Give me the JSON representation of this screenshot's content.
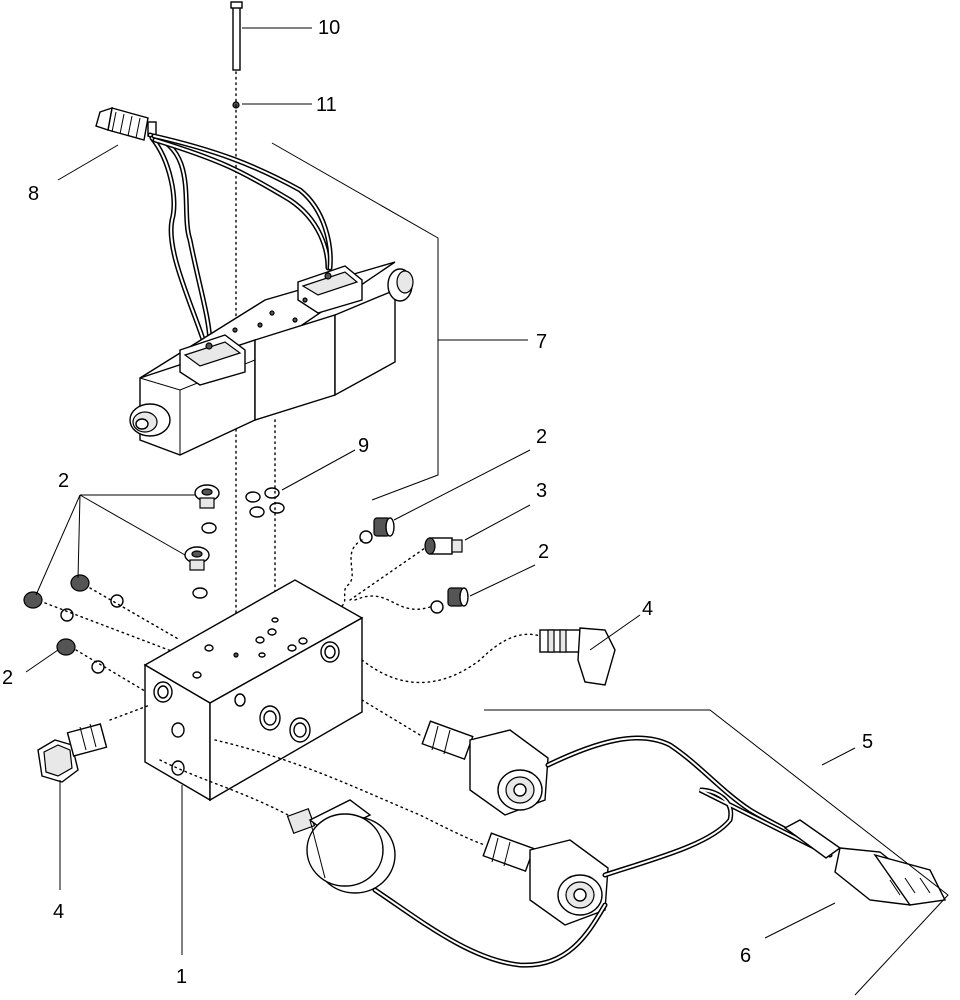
{
  "callouts": {
    "c1": "1",
    "c2a": "2",
    "c2b": "2",
    "c2c": "2",
    "c2d": "2",
    "c3": "3",
    "c4a": "4",
    "c4b": "4",
    "c5": "5",
    "c6": "6",
    "c7": "7",
    "c8": "8",
    "c9": "9",
    "c10": "10",
    "c11": "11"
  }
}
